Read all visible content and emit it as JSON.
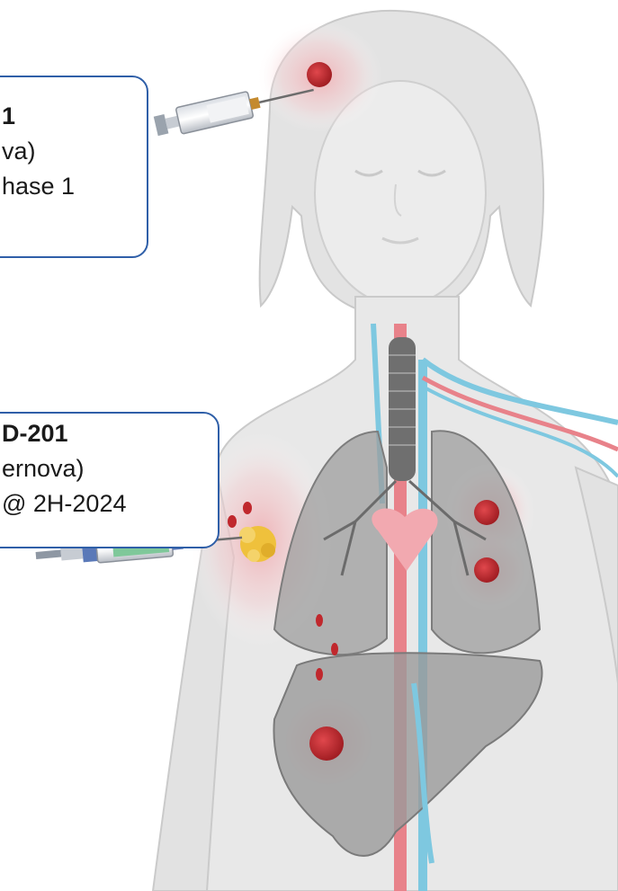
{
  "colors": {
    "skin": "#e7e7e7",
    "skin_outline": "#c8c8c8",
    "callout_border": "#2f5fa8",
    "tumor": "#c0282d",
    "tumor_glow": "#f3b8bc",
    "artery": "#e8828a",
    "vein": "#7ec8e0",
    "syringe_fluid_green": "#7fc89a",
    "syringe_barrel_blue": "#5a79b8",
    "adjuvant_yellow": "#efc13c"
  },
  "callouts": [
    {
      "title": "1",
      "line2": "va)",
      "line3": "hase 1"
    },
    {
      "title": "D-201",
      "line2": "ernova)",
      "line3": "@ 2H-2024"
    }
  ],
  "illustration": {
    "figure": "female-torso-silhouette",
    "organs": [
      "lungs",
      "liver",
      "trachea",
      "heart",
      "blood-vessels"
    ],
    "syringes": [
      "syringe-icon-head",
      "syringe-icon-arm"
    ]
  }
}
